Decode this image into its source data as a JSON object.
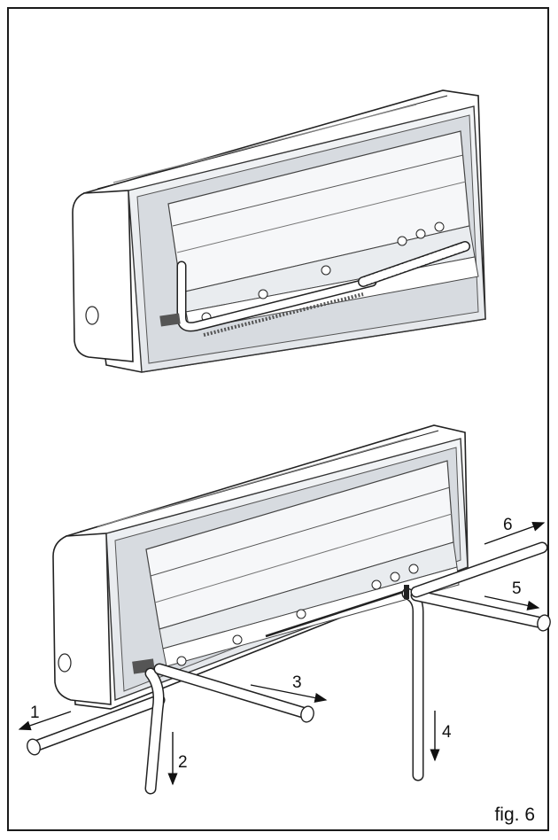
{
  "figure": {
    "caption": "fig. 6",
    "direction_labels": [
      "1",
      "2",
      "3",
      "4",
      "5",
      "6"
    ]
  }
}
